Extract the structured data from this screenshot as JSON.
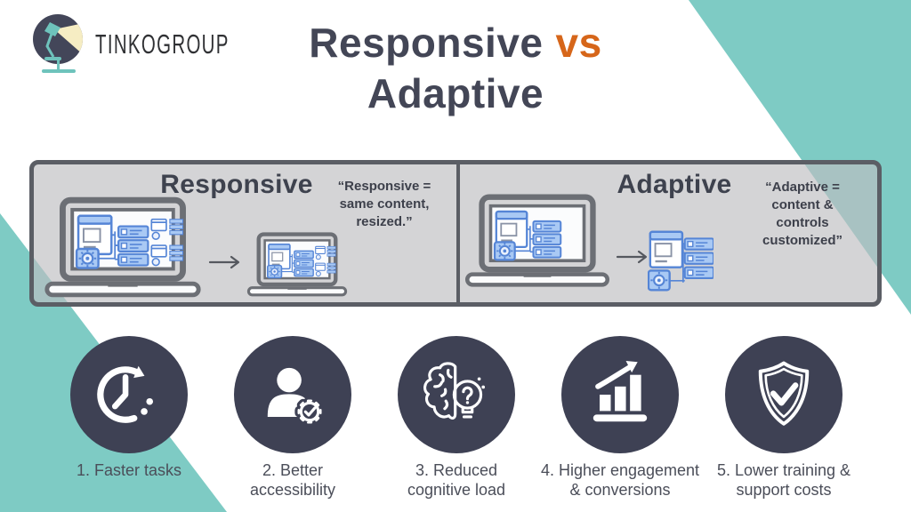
{
  "brand": {
    "name": "TINKOGROUP",
    "logo_icon": "desk-lamp-icon"
  },
  "title": {
    "word1": "Responsive",
    "vs": "vs",
    "word2": "Adaptive"
  },
  "panel": {
    "left": {
      "heading": "Responsive",
      "quote_lines": [
        "“Responsive =",
        "same content,",
        "resized.”"
      ],
      "illustration": "laptop-resized-to-smaller-laptop"
    },
    "right": {
      "heading": "Adaptive",
      "quote_lines": [
        "“Adaptive =",
        "content &",
        "controls",
        "customized”"
      ],
      "illustration": "laptop-to-customized-layout"
    }
  },
  "benefits": [
    {
      "icon": "clock-history-icon",
      "lines": [
        "1. Faster tasks",
        ""
      ]
    },
    {
      "icon": "person-gear-icon",
      "lines": [
        "2. Better",
        "accessibility"
      ]
    },
    {
      "icon": "brain-lightbulb-icon",
      "lines": [
        "3. Reduced",
        "cognitive load"
      ]
    },
    {
      "icon": "bar-chart-growth-icon",
      "lines": [
        "4. Higher engagement",
        "& conversions"
      ]
    },
    {
      "icon": "shield-check-icon",
      "lines": [
        "5. Lower training &",
        "support costs"
      ]
    }
  ],
  "colors": {
    "teal": "#7ECBC4",
    "navy": "#3E4154",
    "orange": "#D6661A",
    "title_dark": "#434656",
    "panel_fill": "#D2D3D5",
    "panel_border": "#5B5E65",
    "wire_blue_stroke": "#5585D6",
    "wire_blue_fill": "#A9C9F4",
    "laptop_gray": "#6C6F75"
  }
}
